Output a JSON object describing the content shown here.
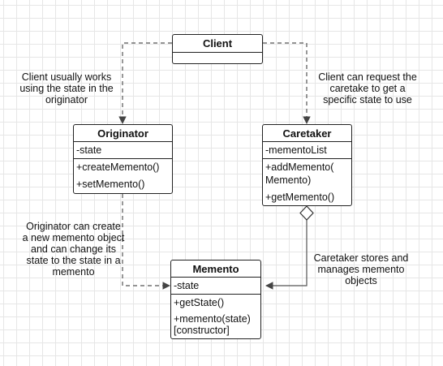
{
  "classes": {
    "client": {
      "name": "Client"
    },
    "originator": {
      "name": "Originator",
      "attributes": [
        "-state"
      ],
      "methods": [
        "+createMemento()",
        "+setMemento()"
      ]
    },
    "caretaker": {
      "name": "Caretaker",
      "attributes": [
        "-mementoList"
      ],
      "methods": [
        "+addMemento(\nMemento)",
        "+getMemento()"
      ]
    },
    "memento": {
      "name": "Memento",
      "attributes": [
        "-state"
      ],
      "methods": [
        "+getState()",
        "+memento(state)\n[constructor]"
      ]
    }
  },
  "notes": {
    "client_originator": "Client usually works\nusing the state in the\noriginator",
    "client_caretaker": "Client can request the\ncaretake to get a\nspecific state to use",
    "originator_memento": "Originator can create\na new memento object\nand can change its\nstate to the state in a\nmemento",
    "caretaker_memento": "Caretaker stores and\nmanages memento\nobjects"
  },
  "style": {
    "line_color": "#555555",
    "border_color": "#222222",
    "grid_color": "#e6e6e6"
  }
}
